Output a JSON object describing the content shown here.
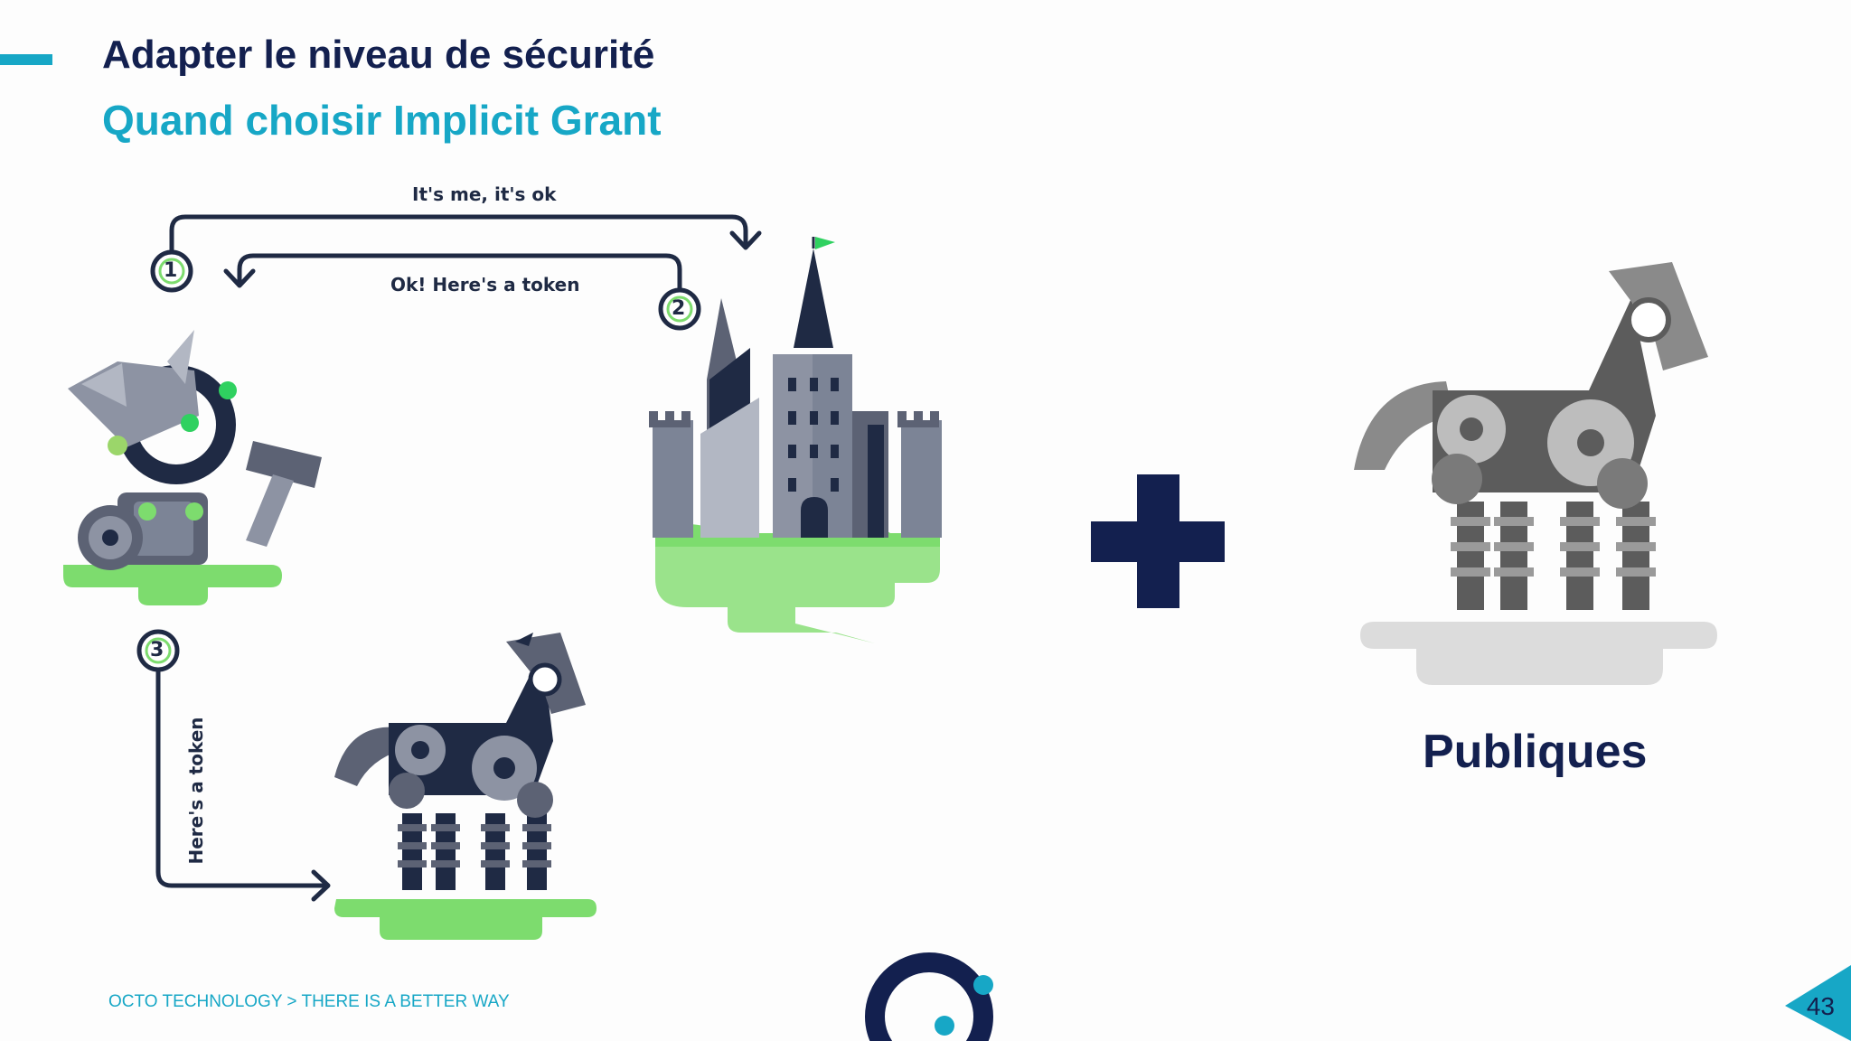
{
  "slide": {
    "title": "Adapter le niveau de sécurité",
    "subtitle_prefix": "Quand choisir ",
    "subtitle_emphasis": "Implicit Grant",
    "right_caption": "Publiques",
    "footer": "OCTO TECHNOLOGY > THERE IS A BETTER WAY",
    "page_number": "43"
  },
  "diagram": {
    "arrow_1_label": "It's me, it's ok",
    "arrow_2_label": "Ok! Here's a token",
    "arrow_3_label": "Here's a token",
    "step_1": "1",
    "step_2": "2",
    "step_3": "3"
  },
  "colors": {
    "navy": "#13204f",
    "accent": "#17a7c6",
    "green": "#7ddc6e"
  },
  "icons": [
    "knight-icon",
    "castle-icon",
    "robot-horse-icon",
    "plus-icon",
    "grey-robot-horse-icon",
    "octo-logo"
  ]
}
